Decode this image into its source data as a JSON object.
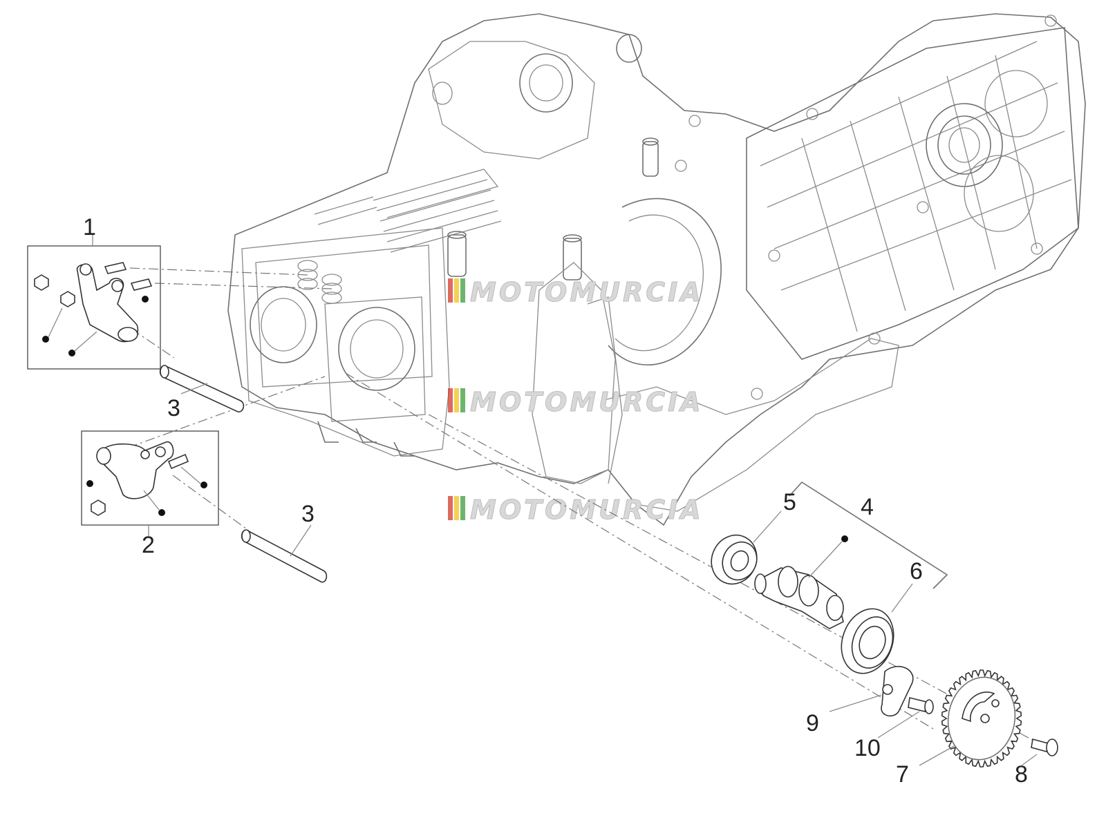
{
  "diagram": {
    "watermark": "MOTOMURCIA",
    "callouts": [
      {
        "id": "1",
        "label": "1"
      },
      {
        "id": "2",
        "label": "2"
      },
      {
        "id": "3a",
        "label": "3"
      },
      {
        "id": "3b",
        "label": "3"
      },
      {
        "id": "4",
        "label": "4"
      },
      {
        "id": "5",
        "label": "5"
      },
      {
        "id": "6",
        "label": "6"
      },
      {
        "id": "7",
        "label": "7"
      },
      {
        "id": "8",
        "label": "8"
      },
      {
        "id": "9",
        "label": "9"
      },
      {
        "id": "10",
        "label": "10"
      }
    ],
    "watermark_colors": {
      "red": "#d23a2a",
      "yellow": "#f1c21b",
      "green": "#3c9b3c"
    }
  }
}
